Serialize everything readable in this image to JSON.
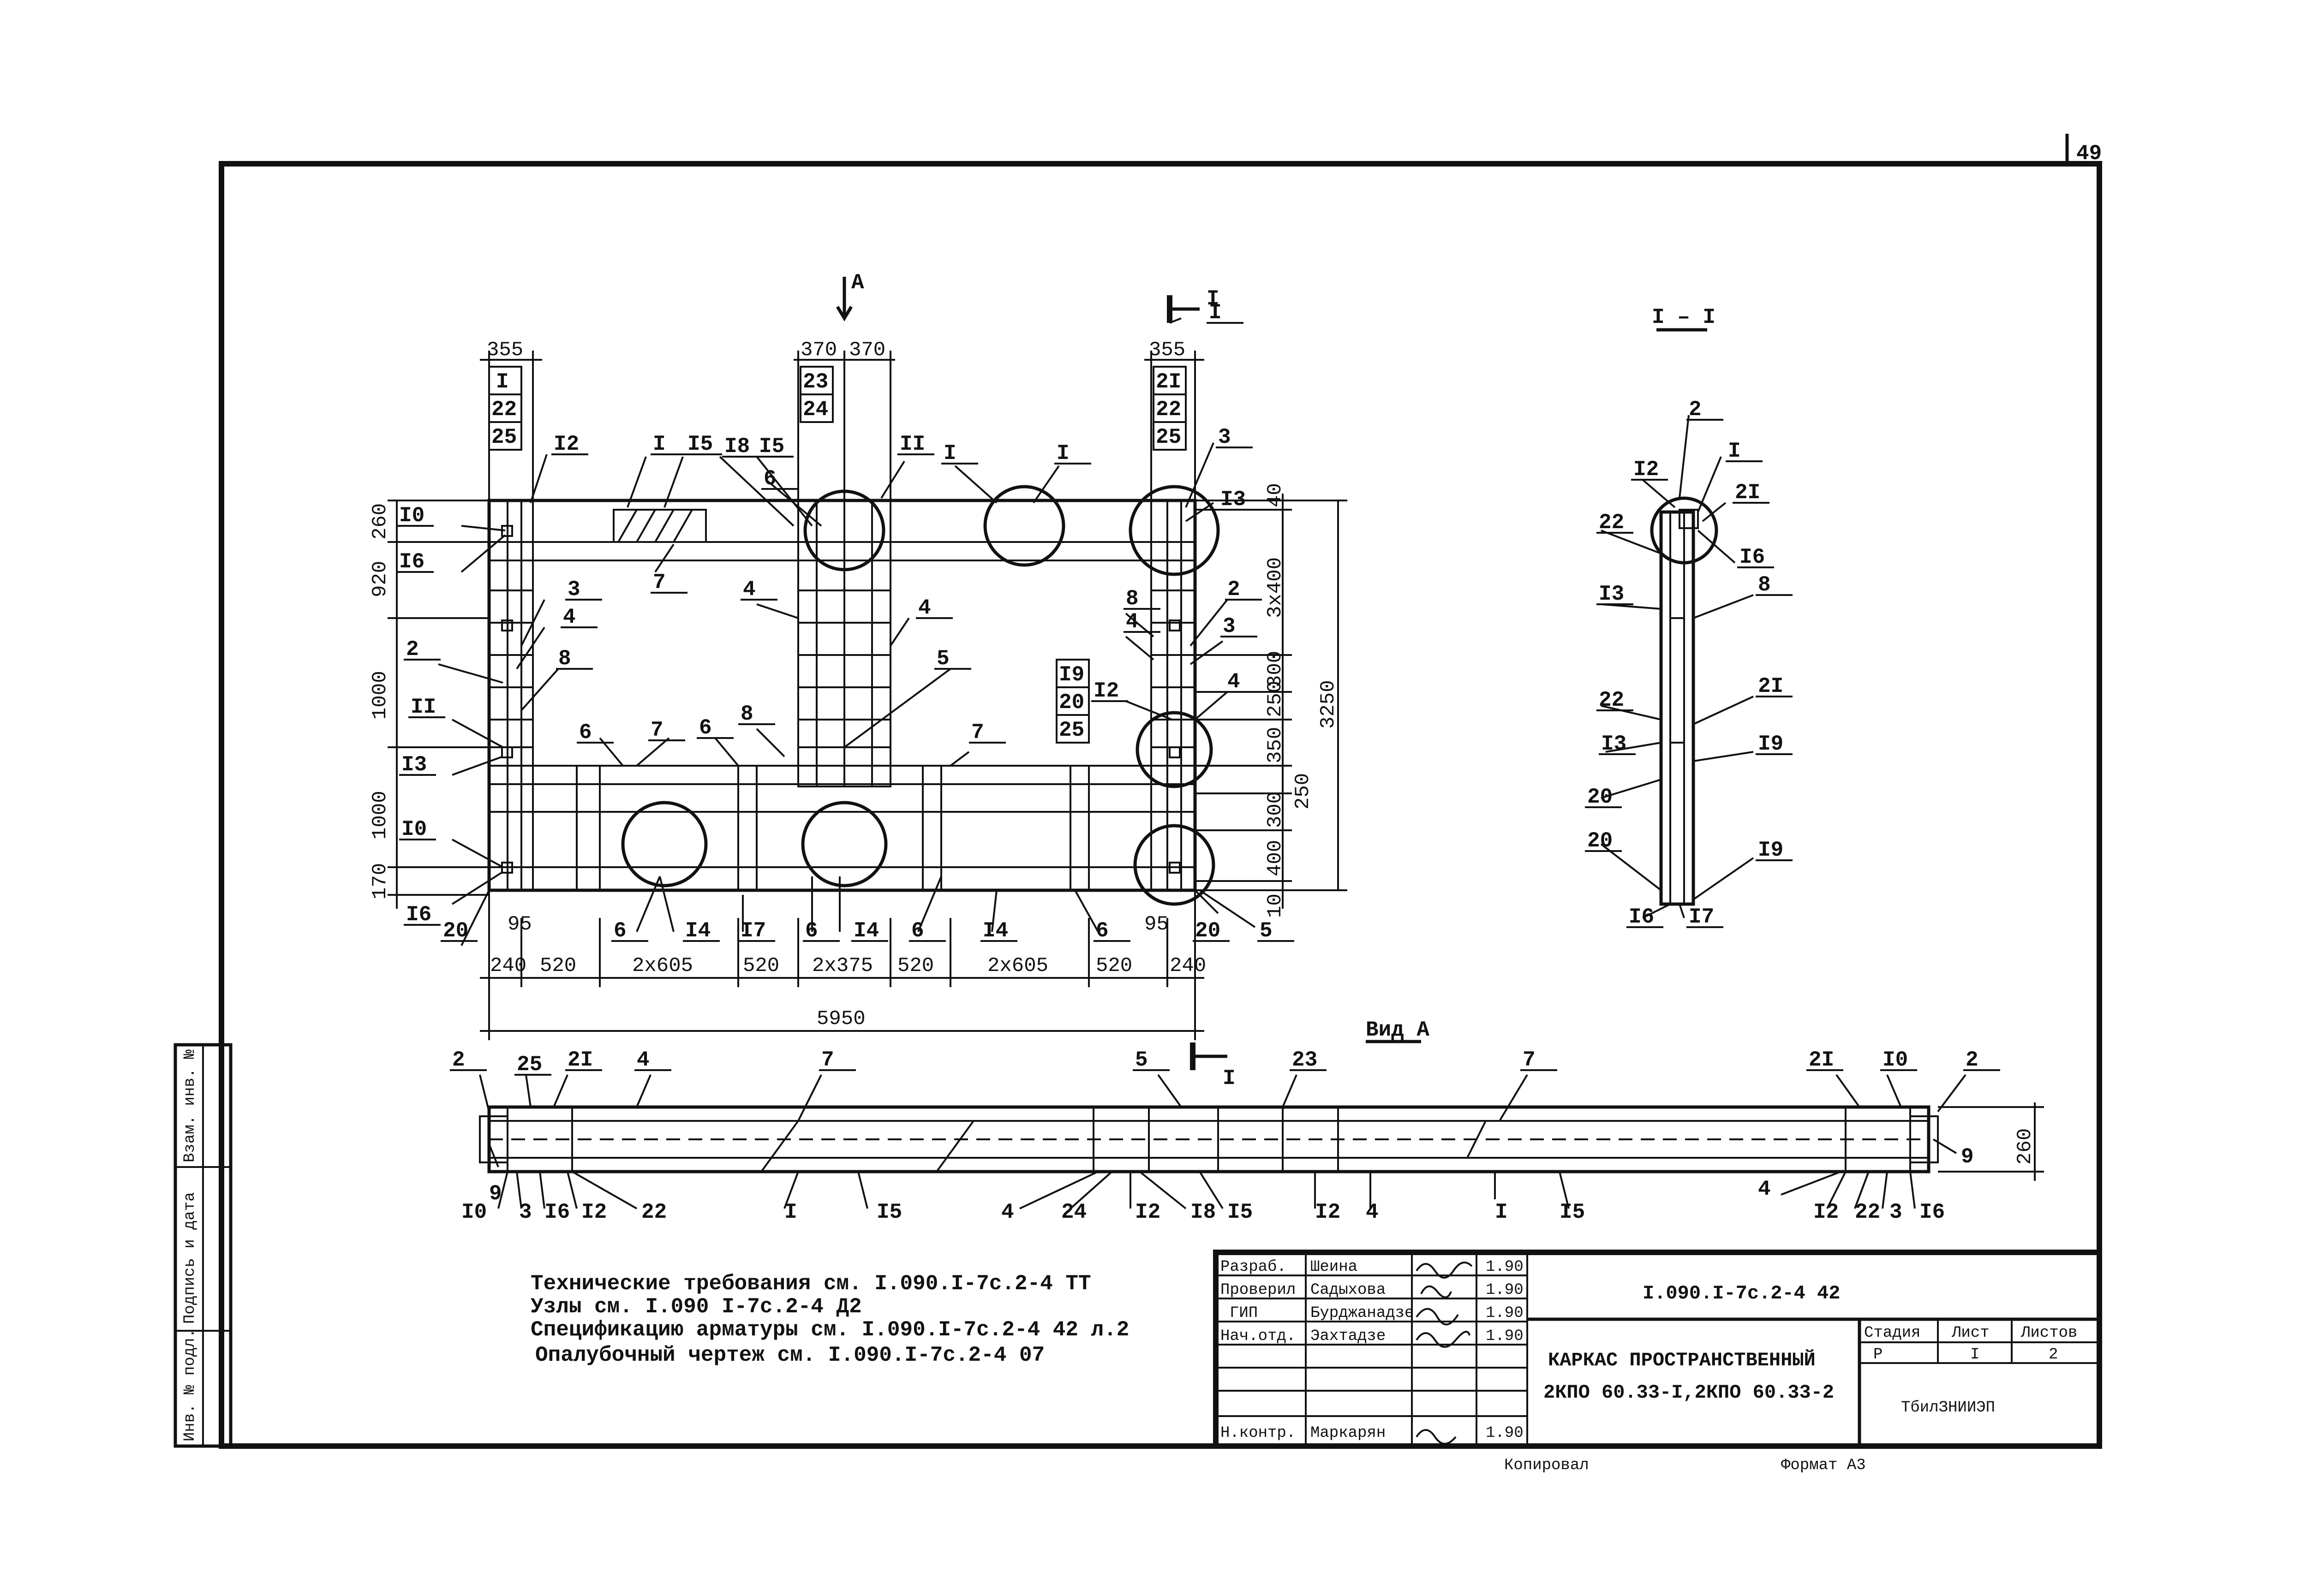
{
  "sheet": {
    "page_number": "49",
    "format": "Формат А3",
    "copy_label": "Копировал"
  },
  "side_stamp": {
    "cells": [
      "Инв. № подл.",
      "Подпись и дата",
      "Взам. инв. №"
    ]
  },
  "views": {
    "section_title": "I – I",
    "view_a_title": "Вид А",
    "view_a_marker": "A",
    "section_marker": "I"
  },
  "plan": {
    "top_dims": [
      "355",
      "370",
      "370",
      "355"
    ],
    "bottom_dims": [
      "240",
      "520",
      "2x605",
      "520",
      "2x375",
      "520",
      "2x605",
      "520",
      "240"
    ],
    "total_width": "5950",
    "left_dims": [
      "260",
      "920",
      "1000",
      "1000",
      "170"
    ],
    "right_dims": [
      "40",
      "3x400",
      "300",
      "250",
      "350",
      "250",
      "300",
      "400",
      "10"
    ],
    "total_height": "3250",
    "side_small_dims": [
      "95",
      "95"
    ],
    "labels_left_top": [
      "I",
      "22",
      "25"
    ],
    "labels_mid_top": [
      "23",
      "24"
    ],
    "labels_right_top": [
      "2I",
      "22",
      "25"
    ],
    "labels_mid_right": [
      "I9",
      "20",
      "25"
    ],
    "callouts": [
      "I0",
      "I6",
      "2",
      "3",
      "4",
      "8",
      "II",
      "I3",
      "I0",
      "I6",
      "20",
      "I2",
      "I",
      "I5",
      "I8",
      "I5",
      "6",
      "II",
      "I",
      "I",
      "7",
      "4",
      "4",
      "5",
      "8",
      "6",
      "7",
      "6",
      "7",
      "6",
      "I4",
      "I7",
      "6",
      "I4",
      "6",
      "I4",
      "6",
      "3",
      "I3",
      "8",
      "2",
      "4",
      "3",
      "I2",
      "4",
      "20",
      "5",
      "I"
    ]
  },
  "section": {
    "callouts": [
      "2",
      "I",
      "2I",
      "I2",
      "22",
      "I6",
      "I3",
      "8",
      "22",
      "2I",
      "I3",
      "I9",
      "20",
      "20",
      "I9",
      "I6",
      "I7"
    ]
  },
  "elevation": {
    "dims": [
      "260"
    ],
    "callouts_top": [
      "2",
      "25",
      "2I",
      "4",
      "7",
      "5",
      "23",
      "7",
      "2I",
      "I0",
      "2"
    ],
    "callouts_bottom": [
      "9",
      "I0",
      "3",
      "I6",
      "I2",
      "22",
      "I",
      "I5",
      "4",
      "24",
      "I2",
      "I8",
      "I5",
      "I2",
      "4",
      "I",
      "I5",
      "4",
      "I2",
      "22",
      "3",
      "I6",
      "9"
    ]
  },
  "notes": [
    "Технические требования см. I.090.I-7с.2-4 ТТ",
    "Узлы см. I.090 I-7с.2-4 Д2",
    "Спецификацию арматуры см. I.090.I-7с.2-4 42 л.2",
    "Опалубочный чертеж см. I.090.I-7с.2-4 07"
  ],
  "title_block": {
    "code": "I.090.I-7с.2-4 42",
    "title_line1": "КАРКАС ПРОСТРАНСТВЕННЫЙ",
    "title_line2": "2КПО 60.33-I,2КПО 60.33-2",
    "stage_header": "Стадия",
    "sheet_header": "Лист",
    "sheets_header": "Листов",
    "stage": "Р",
    "sheet": "I",
    "sheets": "2",
    "org": "ТбилЗНИИЭП",
    "rows": [
      {
        "role": "Разраб.",
        "name": "Шеина",
        "date": "1.90"
      },
      {
        "role": "Проверил",
        "name": "Садыхова",
        "date": "1.90"
      },
      {
        "role": "ГИП",
        "name": "Бурджанадзе",
        "date": "1.90"
      },
      {
        "role": "Нач.отд.",
        "name": "Эахтадзе",
        "date": "1.90"
      },
      {
        "role": "Н.контр.",
        "name": "Маркарян",
        "date": "1.90"
      }
    ]
  }
}
